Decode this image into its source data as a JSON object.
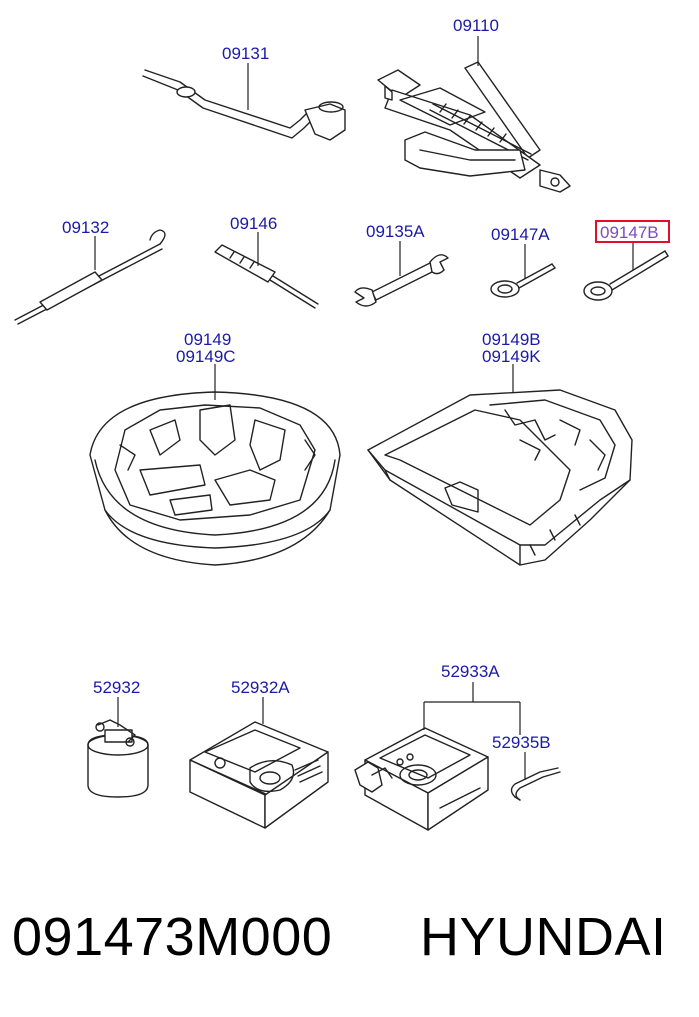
{
  "labels": {
    "jack": "09110",
    "wheel_wrench": "09131",
    "hook_bar": "09132",
    "screwdriver": "09146",
    "spanner": "09135A",
    "towing_hook_a": "09147A",
    "towing_hook_b": "09147B",
    "tray_round_1": "09149",
    "tray_round_2": "09149C",
    "tray_deep_1": "09149B",
    "tray_deep_2": "09149K",
    "sealant": "52932",
    "compressor": "52932A",
    "kit": "52933A",
    "hose": "52935B"
  },
  "highlighted": "09147B",
  "highlight_color": "#e0102a",
  "label_color": "#1a1aa8",
  "footer": {
    "part_number": "091473M000",
    "brand": "HYUNDAI"
  }
}
